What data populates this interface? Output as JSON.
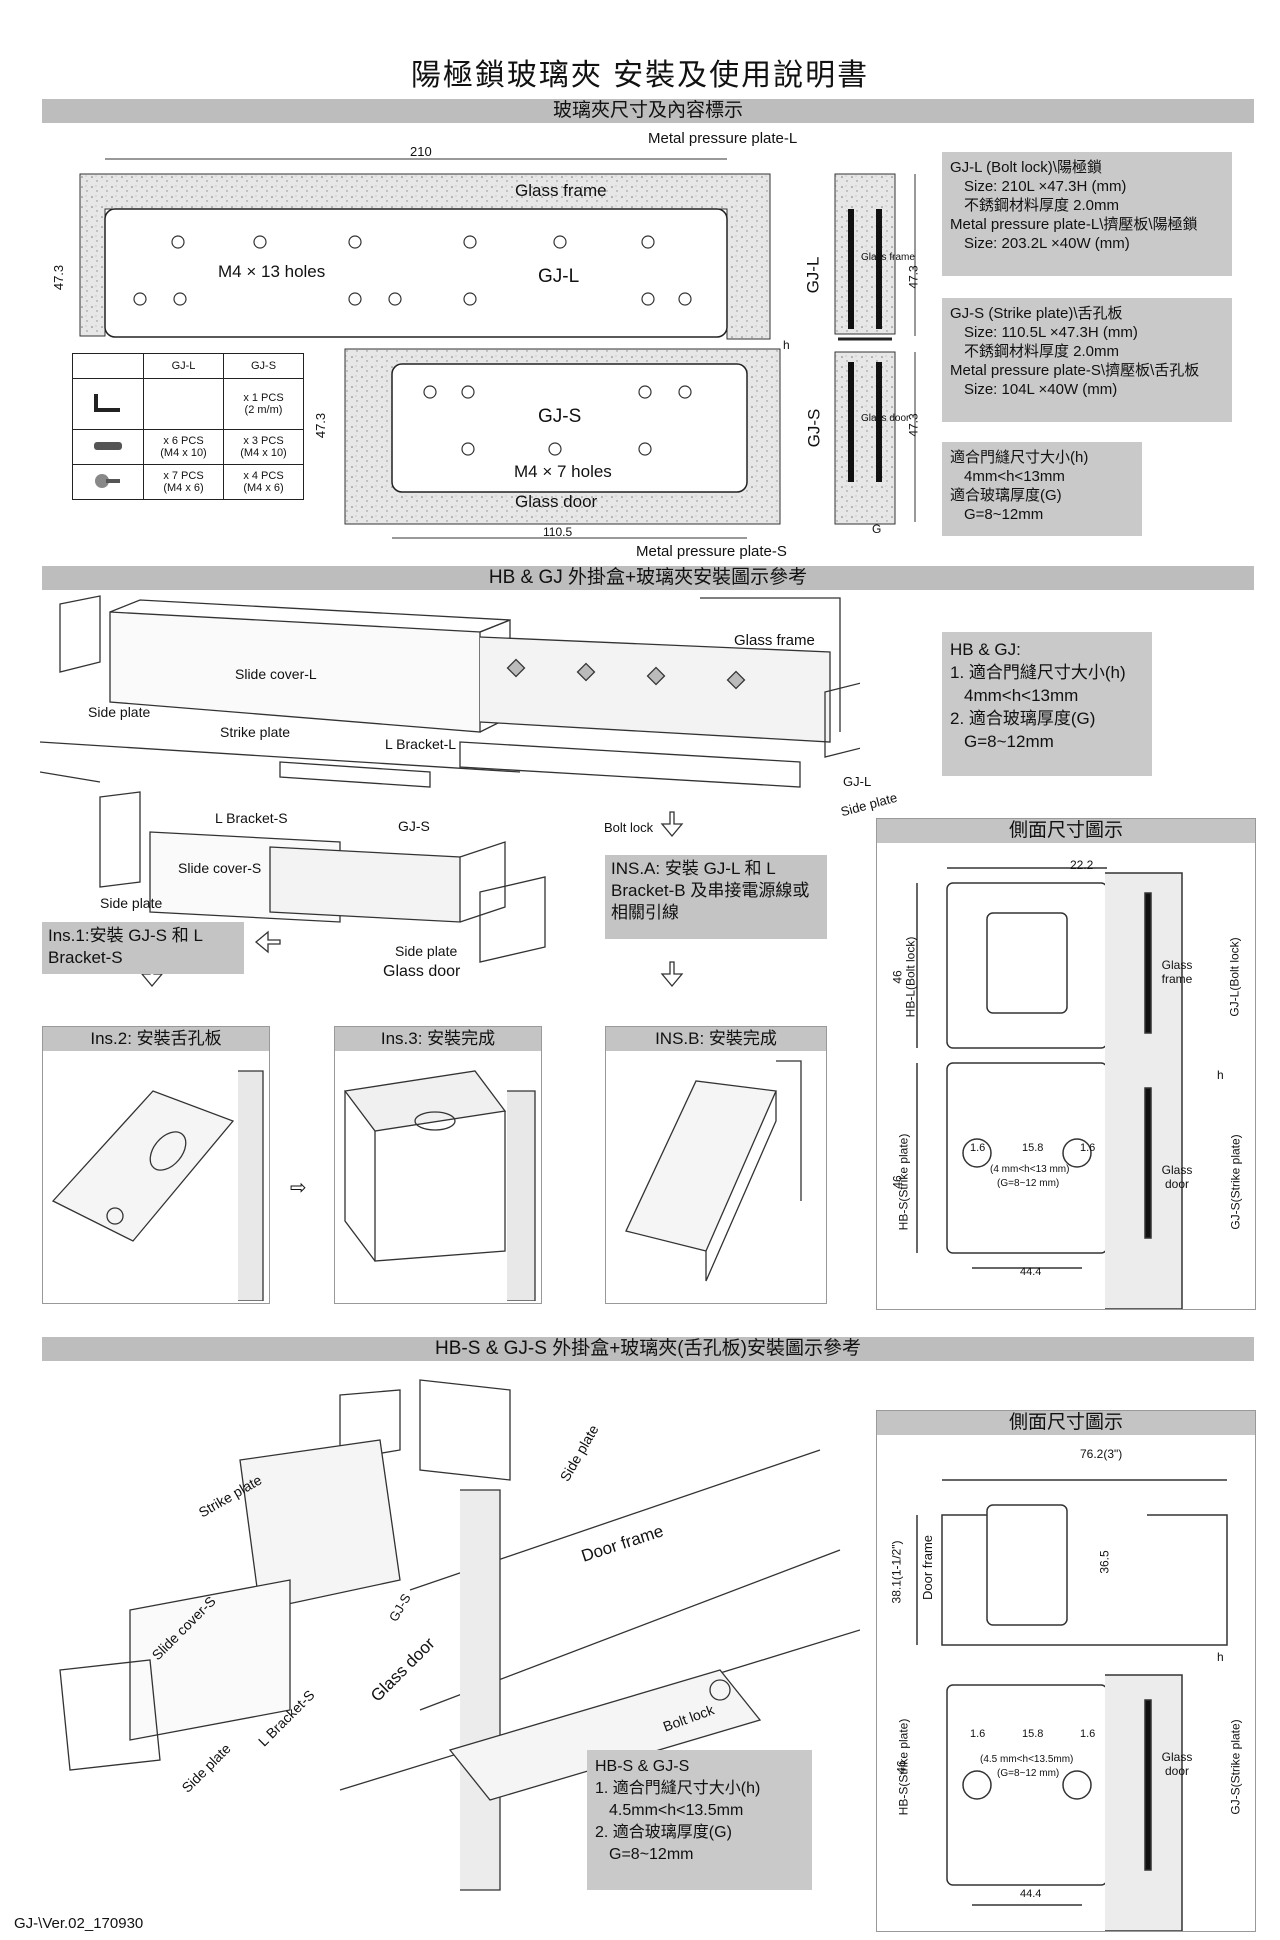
{
  "title": "陽極鎖玻璃夾 安裝及使用說明書",
  "section1": {
    "band": "玻璃夾尺寸及內容標示",
    "top_label": "Metal pressure plate-L",
    "bottom_label": "Metal pressure plate-S",
    "dim_210": "210",
    "dim_473": "47.3",
    "dim_1105": "110.5",
    "glass_frame": "Glass frame",
    "glass_door": "Glass door",
    "gjl": "GJ-L",
    "gjs": "GJ-S",
    "holes13": "M4 × 13 holes",
    "holes7": "M4 × 7 holes",
    "side_glass_frame": "Glass frame",
    "side_glass_door": "Glass door",
    "h": "h",
    "g": "G",
    "table": {
      "headers": [
        "",
        "GJ-L",
        "GJ-S"
      ],
      "rows": [
        [
          "",
          "",
          "x 1 PCS\n(2 m/m)"
        ],
        [
          "",
          "x 6 PCS\n(M4 x 10)",
          "x 3 PCS\n(M4 x 10)"
        ],
        [
          "",
          "x 7 PCS\n(M4 x 6)",
          "x 4 PCS\n(M4 x 6)"
        ]
      ]
    },
    "spec_l": [
      "GJ-L (Bolt lock)\\陽極鎖",
      "Size: 210L ×47.3H (mm)",
      "不銹鋼材料厚度 2.0mm",
      "Metal pressure plate-L\\擠壓板\\陽極鎖",
      "Size: 203.2L ×40W (mm)"
    ],
    "spec_s": [
      "GJ-S (Strike plate)\\舌孔板",
      "Size: 110.5L ×47.3H (mm)",
      "不銹鋼材料厚度 2.0mm",
      "Metal pressure plate-S\\擠壓板\\舌孔板",
      "Size: 104L ×40W (mm)"
    ],
    "spec_h": [
      "適合門縫尺寸大小(h)",
      "4mm<h<13mm",
      "適合玻璃厚度(G)",
      "G=8~12mm"
    ]
  },
  "section2": {
    "band": "HB & GJ 外掛盒+玻璃夾安裝圖示參考",
    "labels": {
      "slide_cover_l": "Slide cover-L",
      "side_plate": "Side plate",
      "strike_plate": "Strike plate",
      "l_bracket_l": "L Bracket-L",
      "glass_frame": "Glass frame",
      "gj_l": "GJ-L",
      "side_plate_r": "Side plate",
      "bolt_lock": "Bolt lock",
      "l_bracket_s": "L Bracket-S",
      "gj_s": "GJ-S",
      "slide_cover_s": "Slide cover-S",
      "side_plate2": "Side plate",
      "side_plate3": "Side plate",
      "glass_door": "Glass door"
    },
    "info": [
      "HB & GJ:",
      "1. 適合門縫尺寸大小(h)",
      "4mm<h<13mm",
      "2. 適合玻璃厚度(G)",
      "G=8~12mm"
    ],
    "ins_a": "INS.A: 安裝 GJ-L 和 L Bracket-B 及串接電源線或相關引線",
    "ins_1": "Ins.1:安裝 GJ-S 和 L Bracket-S",
    "ins_2": "Ins.2: 安裝舌孔板",
    "ins_3": "Ins.3: 安裝完成",
    "ins_b": "INS.B: 安裝完成",
    "side_view": {
      "head": "側面尺寸圖示",
      "d222": "22.2",
      "d46a": "46",
      "d46b": "46",
      "hb_l": "HB-L(Bolt lock)",
      "gj_l": "GJ-L(Bolt lock)",
      "hb_s": "HB-S(Strike plate)",
      "gj_s": "GJ-S(Strike plate)",
      "glass_frame": "Glass frame",
      "glass_door": "Glass door",
      "d16a": "1.6",
      "d158": "15.8",
      "d16b": "1.6",
      "range1": "(4 mm<h<13 mm)",
      "range2": "(G=8~12 mm)",
      "d444": "44.4",
      "h": "h"
    }
  },
  "section3": {
    "band": "HB-S & GJ-S 外掛盒+玻璃夾(舌孔板)安裝圖示參考",
    "labels": {
      "strike_plate": "Strike plate",
      "side_plate": "Side plate",
      "door_frame": "Door frame",
      "slide_cover_s": "Slide cover-S",
      "gj_s": "GJ-S",
      "glass_door": "Glass door",
      "l_bracket_s": "L Bracket-S",
      "side_plate2": "Side plate",
      "bolt_lock": "Bolt lock"
    },
    "info": [
      "HB-S & GJ-S",
      "1. 適合門縫尺寸大小(h)",
      "4.5mm<h<13.5mm",
      "2. 適合玻璃厚度(G)",
      "G=8~12mm"
    ],
    "side_view": {
      "head": "側面尺寸圖示",
      "d762": "76.2(3\")",
      "d381": "38.1(1-1/2\")",
      "door_frame": "Door frame",
      "d365": "36.5",
      "h": "h",
      "d46": "46",
      "hb_s": "HB-S(Strike plate)",
      "gj_s": "GJ-S(Strike plate)",
      "d16a": "1.6",
      "d158": "15.8",
      "d16b": "1.6",
      "range1": "(4.5 mm<h<13.5mm)",
      "range2": "(G=8~12 mm)",
      "glass_door": "Glass door",
      "d444": "44.4"
    }
  },
  "footer": "GJ-\\Ver.02_170930"
}
